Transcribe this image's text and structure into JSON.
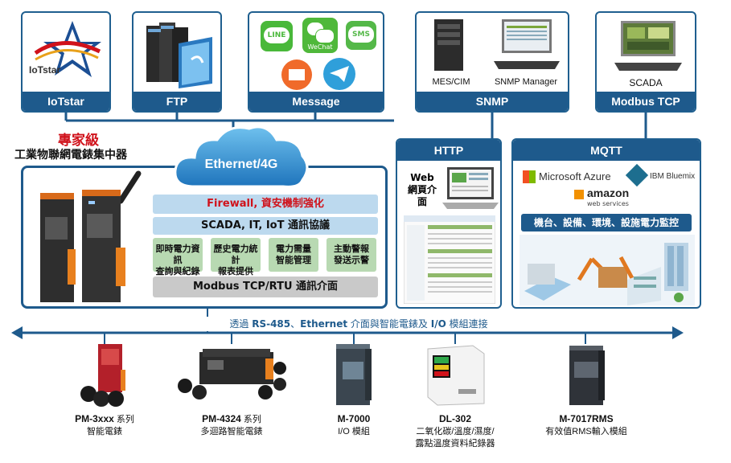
{
  "top_services": [
    {
      "title": "IoTstar",
      "logo_text": "IoTstar"
    },
    {
      "title": "FTP"
    },
    {
      "title": "Message",
      "apps": [
        "LINE",
        "WeChat",
        "SMS"
      ]
    },
    {
      "title": "SNMP",
      "captions": [
        "MES/CIM",
        "SNMP Manager"
      ]
    },
    {
      "title": "Modbus TCP",
      "caption": "SCADA"
    }
  ],
  "concentrator": {
    "title_red": "專家級",
    "title_black": "工業物聯網電錶集中器",
    "cloud_label": "Ethernet/4G",
    "firewall_label": "Firewall, 資安機制強化",
    "scada_label": "SCADA, IT, IoT 通訊協議",
    "features": [
      {
        "line1": "即時電力資訊",
        "line2": "查詢與紀錄"
      },
      {
        "line1": "歷史電力統計",
        "line2": "報表提供"
      },
      {
        "line1": "電力需量",
        "line2": "智能管理"
      },
      {
        "line1": "主動警報",
        "line2": "發送示警"
      }
    ],
    "modbus_label": "Modbus TCP/RTU 通訊介面"
  },
  "http": {
    "title": "HTTP",
    "web_line1": "Web",
    "web_line2": "網頁介面"
  },
  "mqtt": {
    "title": "MQTT",
    "azure": "Microsoft Azure",
    "ibm": "IBM Bluemix",
    "amazon": "amazon",
    "amazon_sub": "web services",
    "monitor_label": "機台、設備、環境、設施電力監控"
  },
  "bus": {
    "pre": "透過 ",
    "b1": "RS-485",
    "mid1": "、",
    "b2": "Ethernet",
    "mid2": " 介面與智能電錶及 ",
    "b3": "I/O",
    "post": " 模組連接"
  },
  "devices": [
    {
      "name": "PM-3xxx",
      "suffix": " 系列",
      "desc": "智能電錶"
    },
    {
      "name": "PM-4324",
      "suffix": " 系列",
      "desc": "多迴路智能電錶"
    },
    {
      "name": "M-7000",
      "suffix": "",
      "desc": "I/O 模組"
    },
    {
      "name": "DL-302",
      "suffix": "",
      "desc": "二氧化碳/溫度/濕度/",
      "desc2": "露點溫度資料紀錄器"
    },
    {
      "name": "M-7017RMS",
      "suffix": "",
      "desc": "有效值RMS輸入模組"
    }
  ],
  "colors": {
    "primary": "#1e5a8c",
    "light_blue": "#bcd9ee",
    "feature_green": "#b8d9b2",
    "gray": "#c9c9c9",
    "red_title": "#d0121b"
  }
}
